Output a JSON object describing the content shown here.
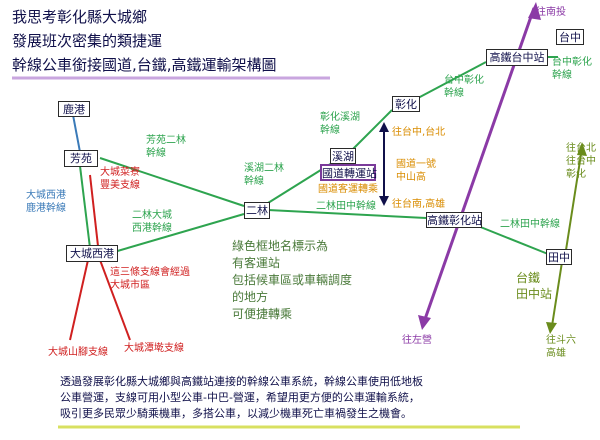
{
  "colors": {
    "trunk": "#2ea44f",
    "hsr": "#8b3aa6",
    "tra": "#d98c00",
    "blue_line": "#3a7ab8",
    "red_branch": "#d02020",
    "olive": "#6a8c1c",
    "title_underline": "#c9a6df",
    "footer_underline": "#d8e060",
    "text_dark": "#10104a"
  },
  "title": {
    "line1": "我思考彰化縣大城鄉",
    "line2": "發展班次密集的類捷運",
    "line3": "幹線公車銜接國道,台鐵,高鐵運輸架構圖"
  },
  "stations": {
    "lukang": "鹿港",
    "fangyuan": "芳苑",
    "dacheng_west": "大城西港",
    "erlin": "二林",
    "xihu": "溪湖",
    "transfer_station": "國道轉運站",
    "changhua": "彰化",
    "hsr_taichung": "高鐵台中站",
    "taichung": "台中",
    "hsr_changhua": "高鐵彰化站",
    "tianzhong": "田中"
  },
  "labels": {
    "to_nantou": "往南投",
    "fangyuan_erlin_line": [
      "芳苑二林",
      "幹線"
    ],
    "dacheng_lukang_line": [
      "大城西港",
      "鹿港幹線"
    ],
    "dacheng_branches": [
      "大城菜寮",
      "豐美支線"
    ],
    "erlin_dacheng_line": [
      "二林大城",
      "西港幹線"
    ],
    "xihu_erlin_line": [
      "溪湖二林",
      "幹線"
    ],
    "changhua_xihu_line": [
      "彰化溪湖",
      "幹線"
    ],
    "to_taichung_taipei": "往台中,台北",
    "freeway_stop": [
      "國道一號",
      "中山高"
    ],
    "freeway_bus_hub": "國道客運轉乘",
    "to_taichung_kaohsiung": "往台南,高雄",
    "taichung_changhua_line": [
      "台中彰化",
      "幹線"
    ],
    "taichung_pivot_line": [
      "台中彰化",
      "幹線"
    ],
    "erlin_tianzhong_line": "二林田中幹線",
    "tianzhong_line": "二林田中幹線",
    "to_north": [
      "往台北",
      "往台中",
      "彰化"
    ],
    "tra_tianzhong": [
      "台鐵",
      "田中站"
    ],
    "to_south": [
      "往斗六",
      "高雄"
    ],
    "to_zuoying": "往左營",
    "three_lines": [
      "這三條支線會經過",
      "大城市區"
    ],
    "shanjiao_branch": "大城山腳支線",
    "tanwei_branch": "大城潭墘支線"
  },
  "notes": [
    "綠色框地名標示為",
    "有客運站",
    "包括候車區或車輛調度",
    "的地方",
    "可便捷轉乘"
  ],
  "description": [
    "透過發展彰化縣大城鄉與高鐵站連接的幹線公車系統，幹線公車使用低地板",
    "公車營運，支線可用小型公車-中巴-營運，希望用更方便的公車運輸系統，",
    "吸引更多民眾少騎乘機車，多搭公車，以減少機車死亡車禍發生之機會。"
  ]
}
